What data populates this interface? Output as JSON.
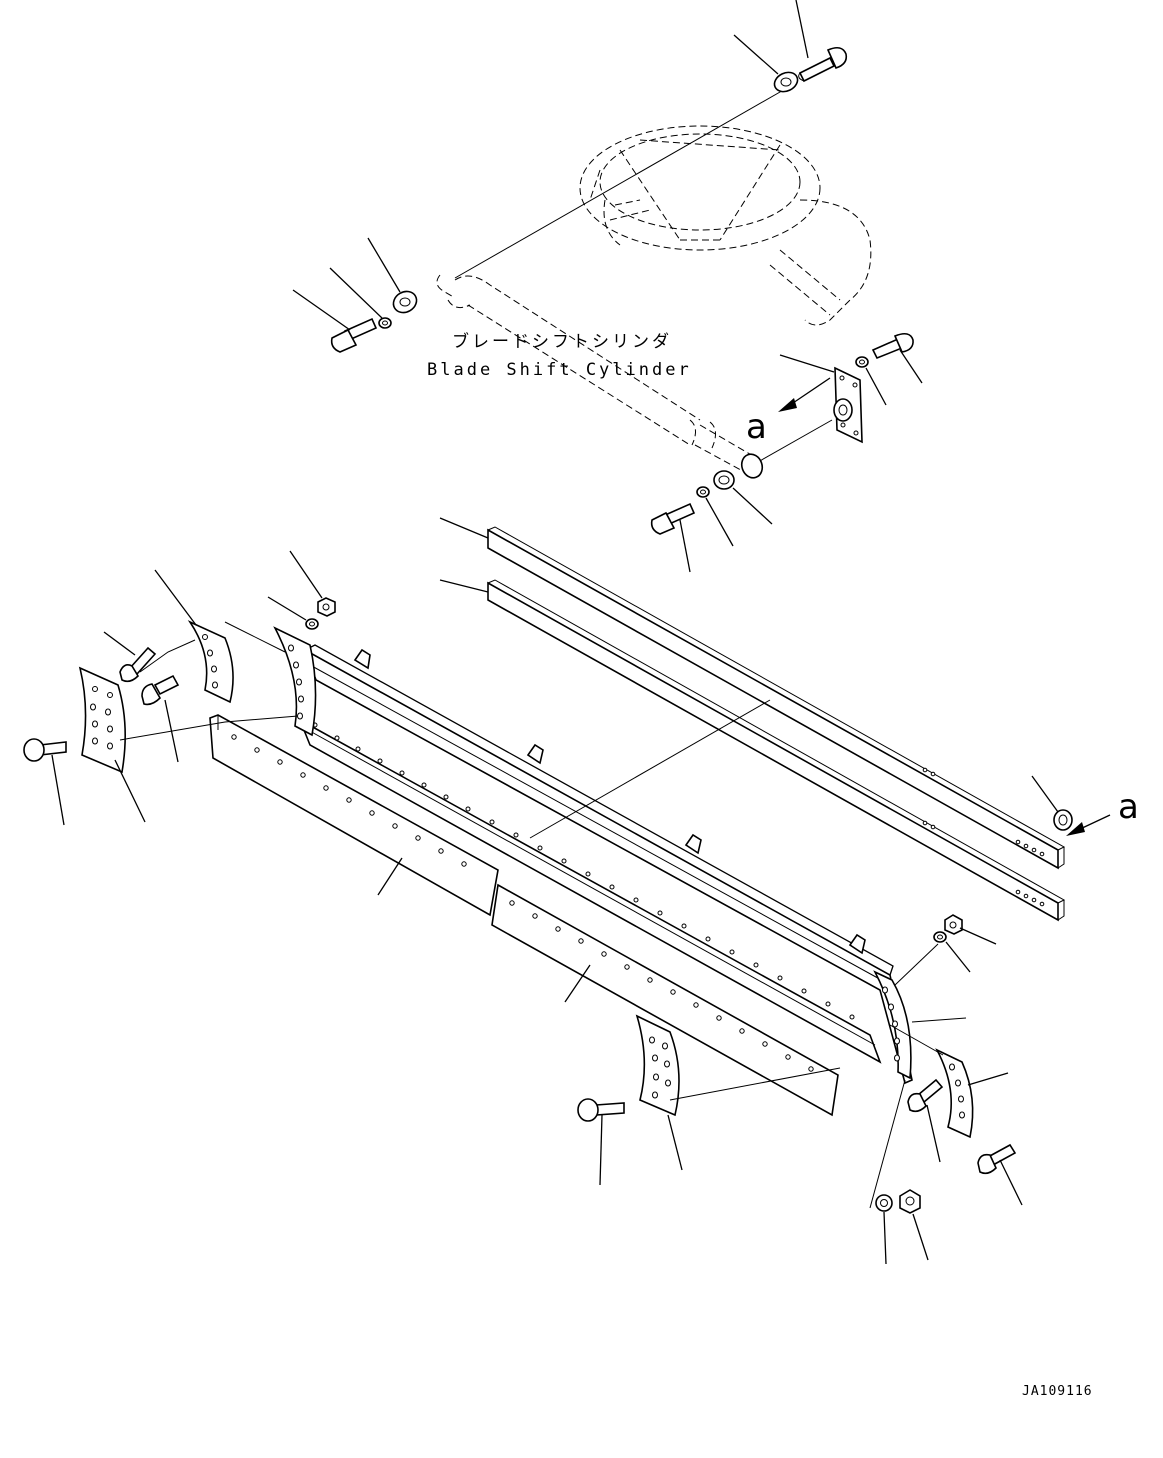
{
  "diagram": {
    "label_jp": "ブレードシフトシリンダ",
    "label_en": "Blade Shift Cylinder",
    "view_marker_upper": "a",
    "view_marker_lower": "a",
    "drawing_code": "JA109116"
  }
}
